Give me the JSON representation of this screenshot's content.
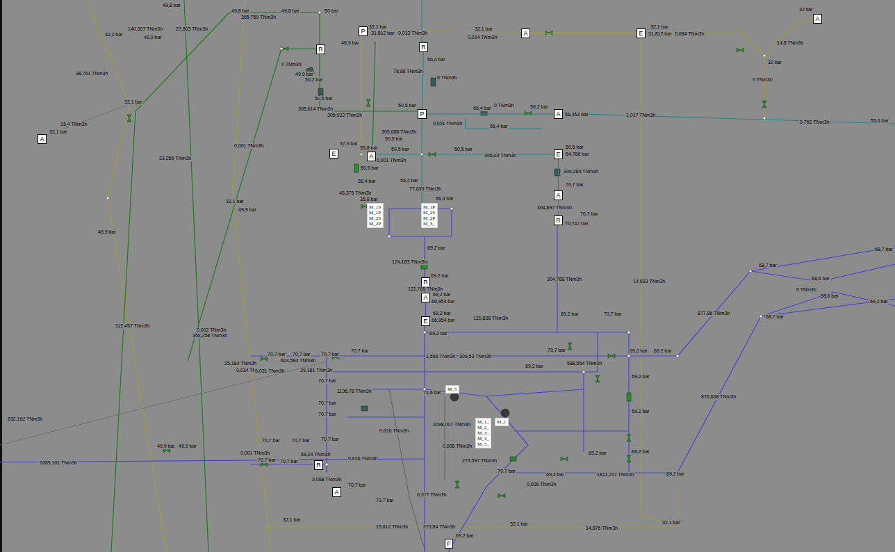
{
  "diagram": {
    "nodes": [
      {
        "text": [
          "A"
        ]
      },
      {
        "text": [
          "P"
        ]
      },
      {
        "text": [
          "R"
        ]
      },
      {
        "text": [
          "R"
        ]
      },
      {
        "text": [
          "A"
        ]
      },
      {
        "text": [
          "E"
        ]
      },
      {
        "text": [
          "A"
        ]
      },
      {
        "text": [
          "P"
        ]
      },
      {
        "text": [
          "A"
        ]
      },
      {
        "text": [
          "E"
        ]
      },
      {
        "text": [
          "A"
        ]
      },
      {
        "text": [
          "E"
        ]
      },
      {
        "text": [
          "A"
        ]
      },
      {
        "text": [
          "R"
        ]
      },
      {
        "text": [
          "M_1S",
          "M_1P",
          "M_2S",
          "M_2P"
        ]
      },
      {
        "text": [
          "M_1P",
          "M_2S",
          "M_2P",
          "M_3_"
        ]
      },
      {
        "text": [
          "R"
        ]
      },
      {
        "text": [
          "A"
        ]
      },
      {
        "text": [
          "E"
        ]
      },
      {
        "text": [
          "M_5"
        ]
      },
      {
        "text": [
          "M_1"
        ]
      },
      {
        "text": [
          "M_1_",
          "M_2_",
          "M_3_",
          "M_4_",
          "M_5_"
        ]
      },
      {
        "text": [
          "R"
        ]
      },
      {
        "text": [
          "A"
        ]
      },
      {
        "text": [
          "F"
        ]
      }
    ],
    "edges": [
      {
        "from": 3,
        "to": 7,
        "arrow": "none"
      },
      {
        "from": 16,
        "to": 17,
        "arrow": "none"
      },
      {
        "from": 17,
        "to": 18,
        "arrow": "none"
      },
      {
        "from": 11,
        "to": 12,
        "arrow": "none"
      },
      {
        "from": 12,
        "to": 13,
        "arrow": "none"
      },
      {
        "from": 4,
        "to": 5,
        "arrow": "none"
      },
      {
        "from": 7,
        "to": 8,
        "arrow": "none"
      }
    ],
    "labels": [
      "49,8 bar",
      "32,2 bar",
      "140,307 TNm3h",
      "49,9 bar",
      "27,803 TNm3h",
      "49,8 bar",
      "365,759 TNm3h",
      "49,8 bar",
      "50 bar",
      "38,761 TNm3h",
      "32,1 bar",
      "15,4 TNm3h",
      "32,1 bar",
      "0,001 TNm3h",
      "23,255 TNm3h",
      "32,1 bar",
      "49,9 bar",
      "49,9 bar",
      "112,457 TNm3h",
      "0,002 TNm3h",
      "353,258 TNm3h",
      "25,184 TNm3h",
      "0,034 TNm3h",
      "832,162 TNm3h",
      "1085,101 TNm3h",
      "0 TNm3h",
      "49,9 bar",
      "32,1 bar",
      "31,812 bar",
      "0,013 TNm3h",
      "32,1 bar",
      "0,014 TNm3h",
      "32,1 bar",
      "31,812 bar",
      "0,684 TNm3h",
      "48,9 bar",
      "56,4 bar",
      "78,88 TNm3h",
      "0 TNm3h",
      "50,2 bar",
      "50,5 bar",
      "305,614 TNm3h",
      "305,922 TNm3h",
      "50,5 bar",
      "0 TNm3h",
      "56,4 bar",
      "56,2 bar",
      "56,453 bar",
      "1,017 TNm3h",
      "0,752 TNm3h",
      "55,6 bar",
      "0,001 TNm3h",
      "56,4 bar",
      "305,688 TNm3h",
      "50,5 bar",
      "37,3 bar",
      "35,8 bar",
      "50,5 bar",
      "0,001 TNm3h",
      "50,5 bar",
      "50,5 bar",
      "305,03 TNm3h",
      "50,5 bar",
      "54,766 bar",
      "36,4 bar",
      "48,375 TNm3h",
      "56,4 bar",
      "77,639 TNm3h",
      "56,4 bar",
      "35,8 bar",
      "309,269 TNm3h",
      "70,7 bar",
      "304,897 TNm3h",
      "70,7 bar",
      "70,747 bar",
      "69,2 bar",
      "124,183 TNm3h",
      "69,2 bar",
      "122,765 TNm3h",
      "69,2 bar",
      "66,954 bar",
      "69,2 bar",
      "66,954 bar",
      "69,2 bar",
      "304,788 TNm3h",
      "14,933 TNm3h",
      "32 bar",
      "14,8 TNm3h",
      "32 bar",
      "0 TNm3h",
      "68,7 bar",
      "68,7 bar",
      "68,6 bar",
      "0 TNm3h",
      "68,6 bar",
      "69,2 bar",
      "68,7 bar",
      "877,86 TNm3h",
      "876,608 TNm3h",
      "69,2 bar",
      "120,838 TNm3h",
      "70,7 bar",
      "70,7 bar",
      "588,554 TNm3h",
      "69,2 bar",
      "69,2 bar",
      "69,2 bar",
      "69,2 bar",
      "69,2 bar",
      "69,2 bar",
      "69,2 bar",
      "69,2 bar",
      "70,7 bar",
      "70,7 bar",
      "70,7 bar",
      "604,584 TNm3h",
      "0,031 TNm3h",
      "70,7 bar",
      "29,181 TNm3h",
      "70,7 bar",
      "1136,78 TNm3h",
      "70,7 bar",
      "70,7 bar",
      "70,7 bar",
      "70,7 bar",
      "70,7 bar",
      "0,001 TNm3h",
      "70,7 bar",
      "70,7 bar",
      "69,24 TNm3h",
      "2,088 TNm3h",
      "70,7 bar",
      "0,616 TNm3h",
      "70,7 bar",
      "49,9 bar",
      "49,9 bar",
      "1,569 TNm3h",
      "309,53 TNm3h",
      "0,616 TNm3h",
      "2098,007 TNm3h",
      "71,6 bar",
      "0,377 TNm3h",
      "69,2 bar",
      "273,84 TNm3h",
      "15,612 TNm3h",
      "32,1 bar",
      "14,876 TNm3h",
      "32,1 bar",
      "32,1 bar",
      "273,597 TNm3h",
      "0,008 TNm3h",
      "0,026 TNm3h",
      "1811,217 TNm3h",
      "69,2 bar",
      "70,7 bar"
    ]
  }
}
